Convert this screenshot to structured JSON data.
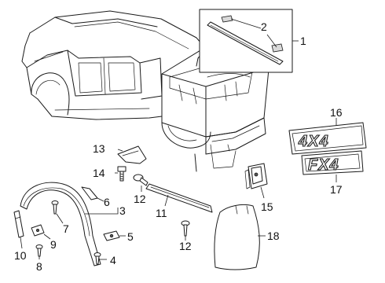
{
  "diagram": {
    "type": "exploded parts diagram",
    "subject": "pickup truck exterior trim and emblems",
    "colors": {
      "line": "#1a1a1a",
      "background": "#ffffff",
      "shading": "#d9d9d9"
    }
  },
  "callouts": {
    "c1": "1",
    "c2": "2",
    "c3": "3",
    "c4": "4",
    "c5": "5",
    "c6": "6",
    "c7": "7",
    "c8": "8",
    "c9": "9",
    "c10": "10",
    "c11": "11",
    "c12a": "12",
    "c12b": "12",
    "c13": "13",
    "c14": "14",
    "c15": "15",
    "c16": "16",
    "c17": "17",
    "c18": "18"
  },
  "emblems": {
    "upper_badge_text": "4X4",
    "lower_badge_text": "FX4"
  }
}
